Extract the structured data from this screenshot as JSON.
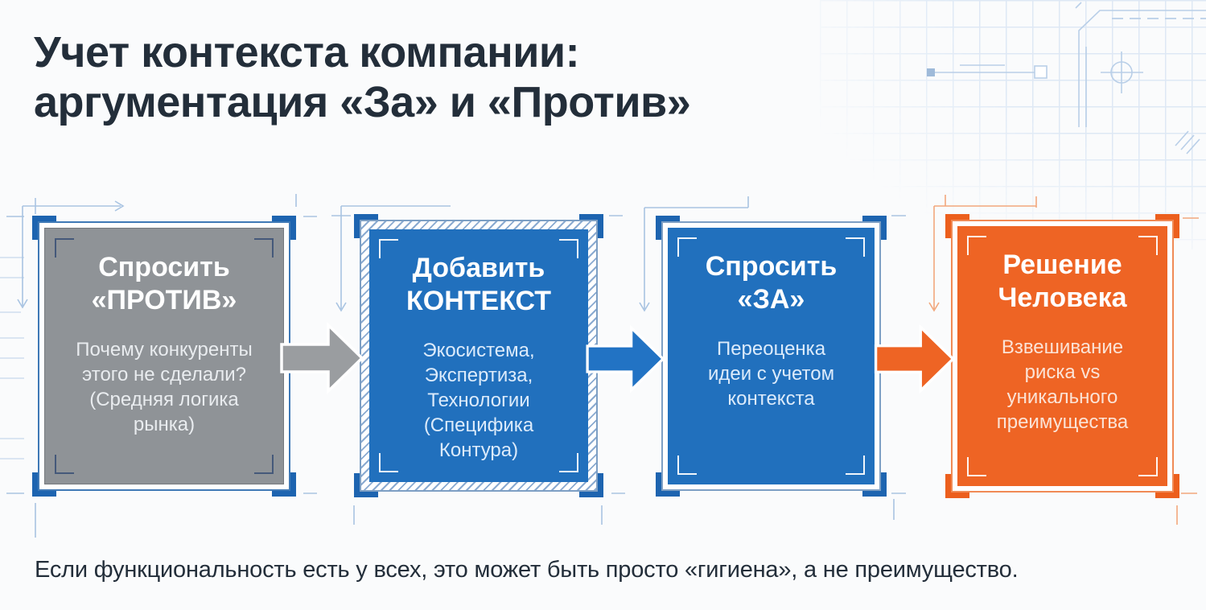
{
  "title": {
    "text": "Учет контекста компании:\nаргументация «За» и «Против»"
  },
  "steps": [
    {
      "id": "ask-against",
      "title": "Спросить\n«ПРОТИВ»",
      "body": "Почему конкуренты\nэтого не сделали?\n(Средняя логика\nрынка)",
      "fill_color": "#8f9397",
      "accent_color": "#1d64b0"
    },
    {
      "id": "add-context",
      "title": "Добавить\nКОНТЕКСТ",
      "body": "Экосистема,\nЭкспертиза,\nТехнологии\n(Специфика\nКонтура)",
      "fill_color": "#2170bd",
      "accent_color": "#1d64b0"
    },
    {
      "id": "ask-for",
      "title": "Спросить\n«ЗА»",
      "body": "Переоценка\nидеи с учетом\nконтекста",
      "fill_color": "#2170bd",
      "accent_color": "#1d64b0"
    },
    {
      "id": "human-decision",
      "title": "Решение\nЧеловека",
      "body": "Взвешивание\nриска vs\nуникального\nпреимущества",
      "fill_color": "#ee6424",
      "accent_color": "#ec5f1d"
    }
  ],
  "arrows": [
    {
      "between": "ask-against -> add-context",
      "color": "#9a9da0"
    },
    {
      "between": "add-context -> ask-for",
      "color": "#2273c4"
    },
    {
      "between": "ask-for -> human-decision",
      "color": "#ee6424"
    }
  ],
  "footer": {
    "text": "Если функциональность есть у всех, это может быть просто «гигиена», а не преимущество."
  },
  "colors": {
    "bg": "#fafbfc",
    "ink": "#232e3a",
    "gray-fill": "#8f9397",
    "blue-fill": "#2170bd",
    "orange-fill": "#ee6424",
    "blue-accent": "#1d64b0",
    "orange-accent": "#ec5f1d",
    "decor-blue": "#a9c4e2",
    "decor-orange": "#f2a87d",
    "bp": "#b9cfe8",
    "grid": "#dbe7f5"
  }
}
